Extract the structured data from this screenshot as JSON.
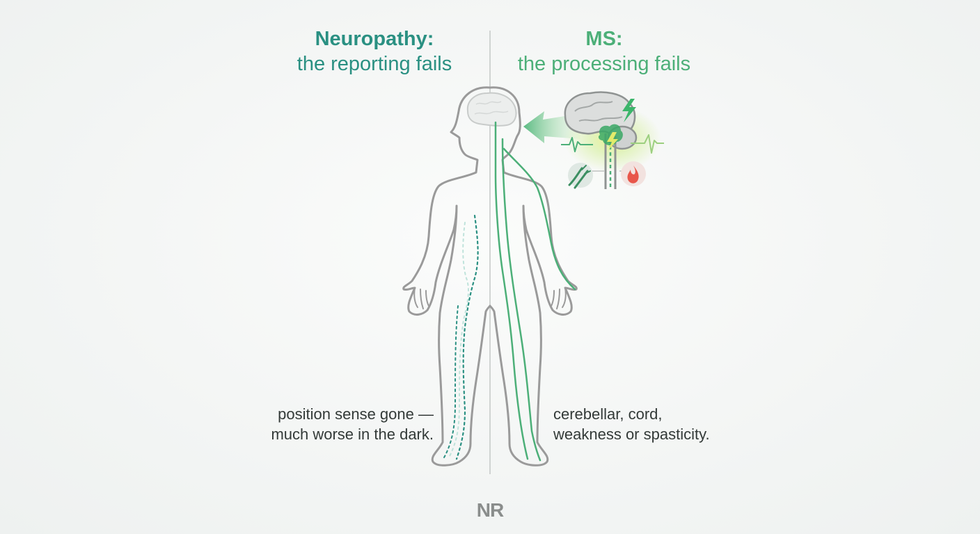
{
  "left": {
    "title": "Neuropathy:",
    "subtitle": "the reporting fails",
    "caption_line1": "position sense gone —",
    "caption_line2": "much worse in the dark."
  },
  "right": {
    "title": "MS:",
    "subtitle": "the processing fails",
    "caption_line1": "cerebellar, cord,",
    "caption_line2": "weakness or spasticity."
  },
  "logo": {
    "text": "NR"
  },
  "colors": {
    "neuropathy_accent": "#2a9082",
    "ms_accent": "#4caf78",
    "outline": "#9a9a9a",
    "text": "#333a38",
    "lightning": "#3bb56a",
    "inflammation": "#e8564a"
  },
  "icons": [
    "brain-icon",
    "lightning-bolt-icon",
    "damaged-nerve-icon",
    "inflammation-flame-icon",
    "signal-wave-icon",
    "arrow-left-icon"
  ]
}
